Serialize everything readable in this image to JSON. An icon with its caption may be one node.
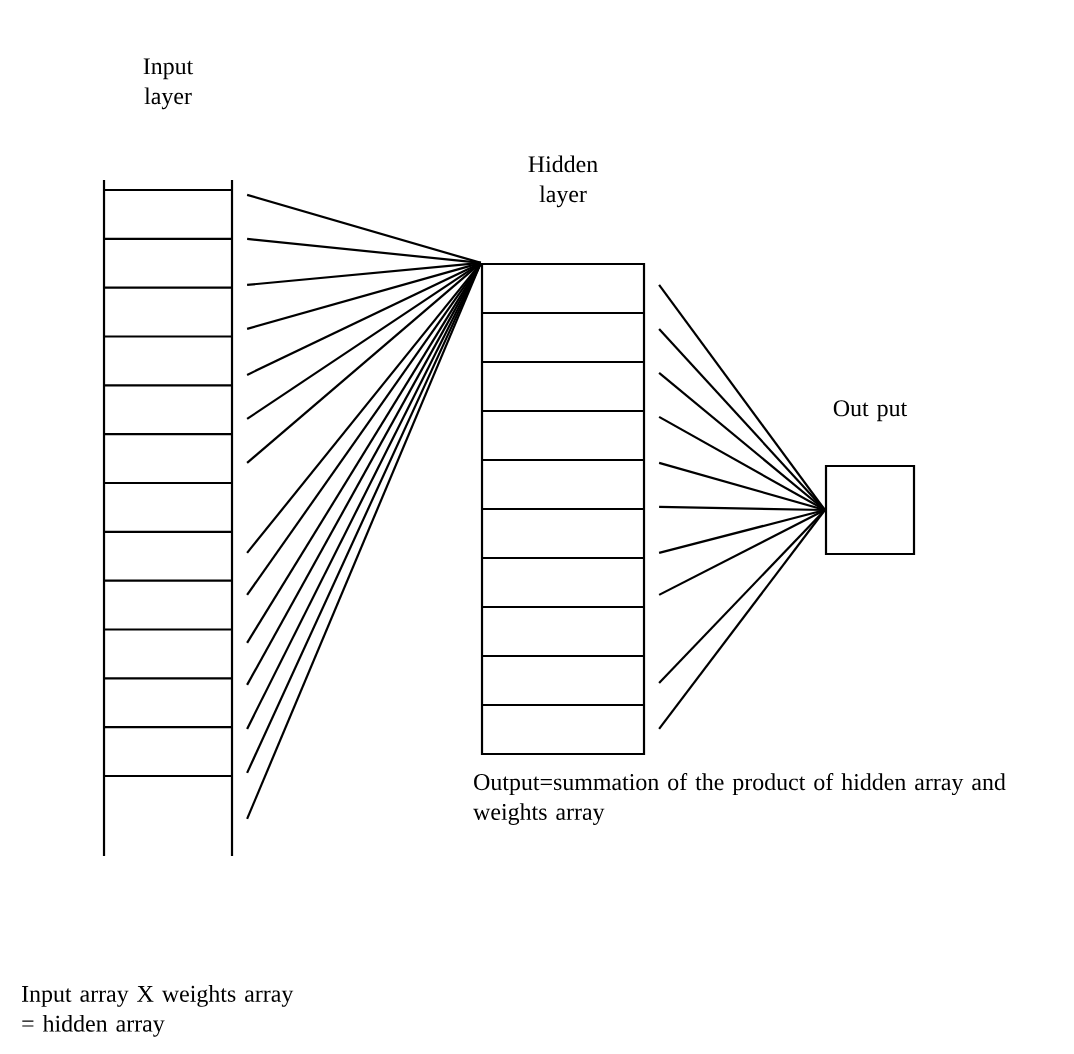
{
  "diagram": {
    "nodes": [
      {
        "text": [
          "Input layer"
        ]
      },
      {
        "text": [
          "Hidden layer"
        ]
      },
      {
        "text": [
          "Out put"
        ]
      }
    ],
    "edges": [
      {
        "from": 0,
        "to": 1,
        "arrow": "none"
      },
      {
        "from": 0,
        "to": 1,
        "arrow": "none"
      },
      {
        "from": 0,
        "to": 1,
        "arrow": "none"
      },
      {
        "from": 0,
        "to": 1,
        "arrow": "none"
      },
      {
        "from": 0,
        "to": 1,
        "arrow": "none"
      },
      {
        "from": 0,
        "to": 1,
        "arrow": "none"
      },
      {
        "from": 0,
        "to": 1,
        "arrow": "none"
      },
      {
        "from": 0,
        "to": 1,
        "arrow": "none"
      },
      {
        "from": 0,
        "to": 1,
        "arrow": "none"
      },
      {
        "from": 0,
        "to": 1,
        "arrow": "none"
      },
      {
        "from": 0,
        "to": 1,
        "arrow": "none"
      },
      {
        "from": 0,
        "to": 1,
        "arrow": "none"
      },
      {
        "from": 0,
        "to": 1,
        "arrow": "none"
      },
      {
        "from": 0,
        "to": 1,
        "arrow": "none"
      },
      {
        "from": 1,
        "to": 2,
        "arrow": "none"
      },
      {
        "from": 1,
        "to": 2,
        "arrow": "none"
      },
      {
        "from": 1,
        "to": 2,
        "arrow": "none"
      },
      {
        "from": 1,
        "to": 2,
        "arrow": "none"
      },
      {
        "from": 1,
        "to": 2,
        "arrow": "none"
      },
      {
        "from": 1,
        "to": 2,
        "arrow": "none"
      },
      {
        "from": 1,
        "to": 2,
        "arrow": "none"
      },
      {
        "from": 1,
        "to": 2,
        "arrow": "none"
      },
      {
        "from": 1,
        "to": 2,
        "arrow": "none"
      },
      {
        "from": 1,
        "to": 2,
        "arrow": "none"
      }
    ],
    "labels": [
      "Output=summation of the product of hidden array and weights array",
      "Input array X weights array = hidden array"
    ]
  }
}
